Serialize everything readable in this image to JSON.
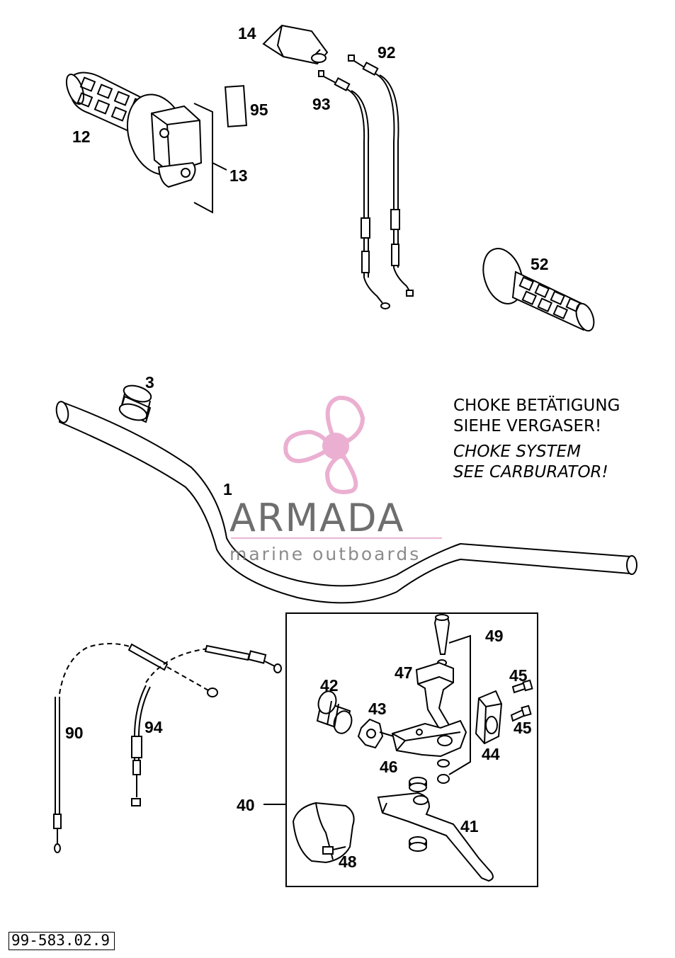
{
  "labels": {
    "p14": "14",
    "p92": "92",
    "p95": "95",
    "p93": "93",
    "p12": "12",
    "p13": "13",
    "p52": "52",
    "p3": "3",
    "p1": "1",
    "p49": "49",
    "p47": "47",
    "p45a": "45",
    "p42": "42",
    "p43": "43",
    "p45b": "45",
    "p90": "90",
    "p94": "94",
    "p44": "44",
    "p46": "46",
    "p40": "40",
    "p41": "41",
    "p48": "48"
  },
  "note": {
    "line1": "CHOKE BETÄTIGUNG",
    "line2": "SIEHE VERGASER!",
    "line3": "CHOKE SYSTEM",
    "line4": "SEE CARBURATOR!"
  },
  "watermark": {
    "title": "ARMADA",
    "subtitle": "marine outboards",
    "logo_color": "#e8a3c9"
  },
  "reference_code": "99-583.02.9"
}
